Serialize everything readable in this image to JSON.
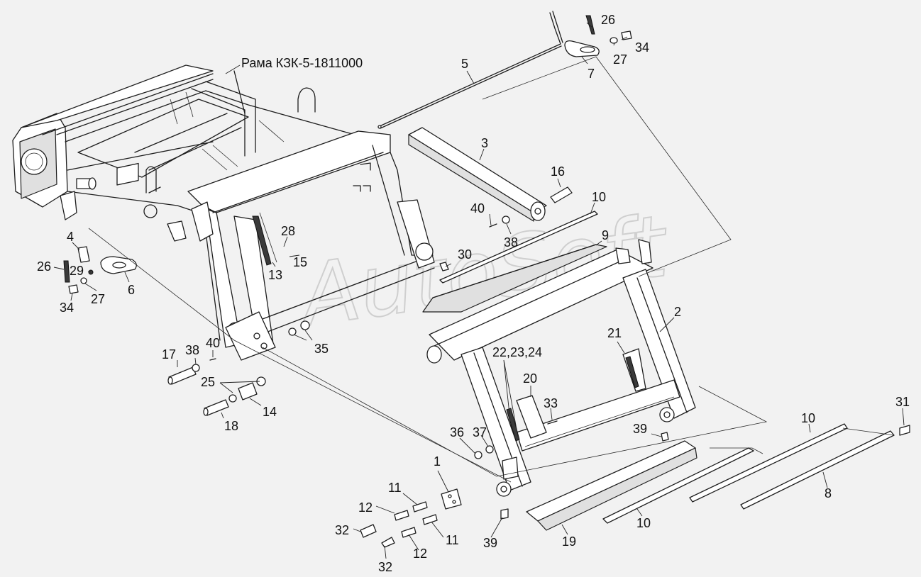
{
  "watermark": "AutoSoft",
  "assembly_label": "Рама КЗК-5-1811000",
  "callouts": [
    {
      "id": "c5",
      "text": "5"
    },
    {
      "id": "c26a",
      "text": "26"
    },
    {
      "id": "c27a",
      "text": "27"
    },
    {
      "id": "c34a",
      "text": "34"
    },
    {
      "id": "c7",
      "text": "7"
    },
    {
      "id": "c3",
      "text": "3"
    },
    {
      "id": "c16",
      "text": "16"
    },
    {
      "id": "c10a",
      "text": "10"
    },
    {
      "id": "c40a",
      "text": "40"
    },
    {
      "id": "c38a",
      "text": "38"
    },
    {
      "id": "c9",
      "text": "9"
    },
    {
      "id": "c28",
      "text": "28"
    },
    {
      "id": "c15",
      "text": "15"
    },
    {
      "id": "c13",
      "text": "13"
    },
    {
      "id": "c30",
      "text": "30"
    },
    {
      "id": "c4",
      "text": "4"
    },
    {
      "id": "c26b",
      "text": "26"
    },
    {
      "id": "c29",
      "text": "29"
    },
    {
      "id": "c6",
      "text": "6"
    },
    {
      "id": "c27b",
      "text": "27"
    },
    {
      "id": "c34b",
      "text": "34"
    },
    {
      "id": "c2",
      "text": "2"
    },
    {
      "id": "c21",
      "text": "21"
    },
    {
      "id": "c35",
      "text": "35"
    },
    {
      "id": "c17",
      "text": "17"
    },
    {
      "id": "c38b",
      "text": "38"
    },
    {
      "id": "c40b",
      "text": "40"
    },
    {
      "id": "c25",
      "text": "25"
    },
    {
      "id": "c14",
      "text": "14"
    },
    {
      "id": "c18",
      "text": "18"
    },
    {
      "id": "c222324",
      "text": "22,23,24"
    },
    {
      "id": "c20",
      "text": "20"
    },
    {
      "id": "c33",
      "text": "33"
    },
    {
      "id": "c36",
      "text": "36"
    },
    {
      "id": "c37",
      "text": "37"
    },
    {
      "id": "c39a",
      "text": "39"
    },
    {
      "id": "c31",
      "text": "31"
    },
    {
      "id": "c10b",
      "text": "10"
    },
    {
      "id": "c1",
      "text": "1"
    },
    {
      "id": "c11a",
      "text": "11"
    },
    {
      "id": "c12a",
      "text": "12"
    },
    {
      "id": "c32a",
      "text": "32"
    },
    {
      "id": "c11b",
      "text": "11"
    },
    {
      "id": "c12b",
      "text": "12"
    },
    {
      "id": "c32b",
      "text": "32"
    },
    {
      "id": "c39b",
      "text": "39"
    },
    {
      "id": "c19",
      "text": "19"
    },
    {
      "id": "c10c",
      "text": "10"
    },
    {
      "id": "c8",
      "text": "8"
    }
  ]
}
